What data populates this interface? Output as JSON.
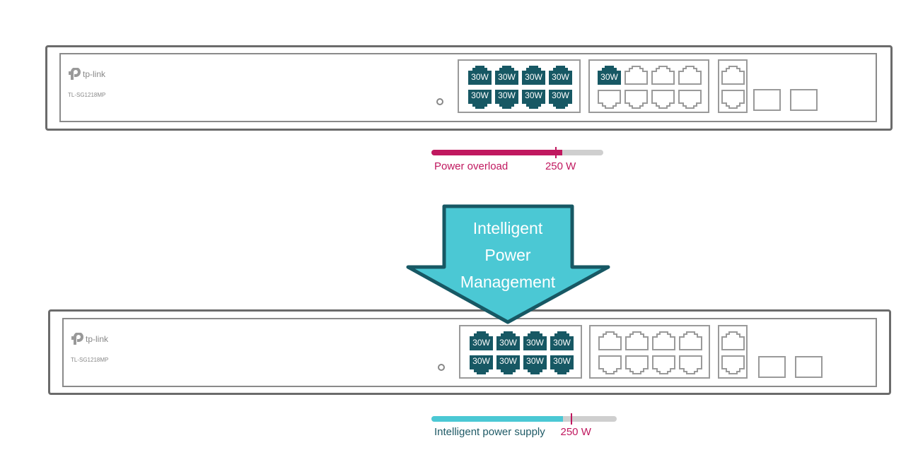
{
  "colors": {
    "poe": "#175864",
    "overload": "#c0185f",
    "intelligent": "#4bc8d4",
    "arrow_border": "#175864",
    "port_outline": "#9a9a9a"
  },
  "switches": [
    {
      "logo": "tp-link",
      "model": "TL-SG1218MP",
      "group1": [
        "30W",
        "30W",
        "30W",
        "30W",
        "30W",
        "30W",
        "30W",
        "30W"
      ],
      "group2": [
        "30W",
        "",
        "",
        "",
        "",
        "",
        "",
        ""
      ],
      "bar": {
        "label": "Power overload",
        "limit_label": "250 W",
        "fill_percent": 76,
        "limit_percent": 72,
        "fill_color": "#c0185f",
        "label_color": "#c0185f"
      }
    },
    {
      "logo": "tp-link",
      "model": "TL-SG1218MP",
      "group1": [
        "30W",
        "30W",
        "30W",
        "30W",
        "30W",
        "30W",
        "30W",
        "30W"
      ],
      "group2": [
        "",
        "",
        "",
        "",
        "",
        "",
        "",
        ""
      ],
      "bar": {
        "label": "Intelligent power supply",
        "limit_label": "250 W",
        "fill_percent": 71,
        "limit_percent": 75,
        "fill_color": "#4bc8d4",
        "label_color": "#1f5a66"
      }
    }
  ],
  "arrow": {
    "lines": [
      "Intelligent",
      "Power",
      "Management"
    ]
  }
}
